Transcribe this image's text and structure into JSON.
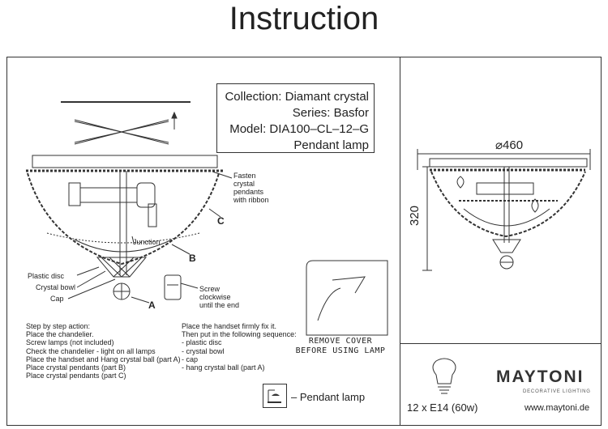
{
  "header": {
    "title": "Instruction"
  },
  "info": {
    "collection": "Collection: Diamant crystal",
    "series": "Series: Basfor",
    "model": "Model: DIA100–CL–12–G",
    "type": "Pendant lamp"
  },
  "labels": {
    "fasten": [
      "Fasten",
      "crystal",
      "pendants",
      "with ribbon"
    ],
    "junction": "Junction",
    "plastic_disc": "Plastic disc",
    "crystal_bowl": "Crystal bowl",
    "cap": "Cap",
    "screw": [
      "Screw",
      "clockwise",
      "until the end"
    ],
    "mark_a": "A",
    "mark_b": "B",
    "mark_c": "C"
  },
  "steps_left": [
    "Step by step action:",
    "Place the chandelier.",
    "Screw lamps (not included)",
    "Check the chandelier - light on all lamps",
    "Place the handset and Hang crystal ball (part A)",
    "Place crystal pendants (part B)",
    "Place crystal pendants (part C)"
  ],
  "steps_right": [
    "Place the handset firmly fix it.",
    "Then put in the following sequence:",
    "- plastic disc",
    "- crystal bowl",
    "- cap",
    "- hang crystal ball (part A)"
  ],
  "remove_cover": [
    "REMOVE COVER",
    "BEFORE USING LAMP"
  ],
  "pendant_legend": "– Pendant lamp",
  "dimensions": {
    "diameter": "⌀460",
    "height": "320"
  },
  "lamp_spec": "12 x E14 (60w)",
  "brand": {
    "name": "MAYTONI",
    "tagline": "DECORATIVE LIGHTING",
    "website": "www.maytoni.de"
  },
  "icons": [
    "upload-arrow-icon",
    "bulb-icon",
    "pendant-lamp-icon"
  ]
}
